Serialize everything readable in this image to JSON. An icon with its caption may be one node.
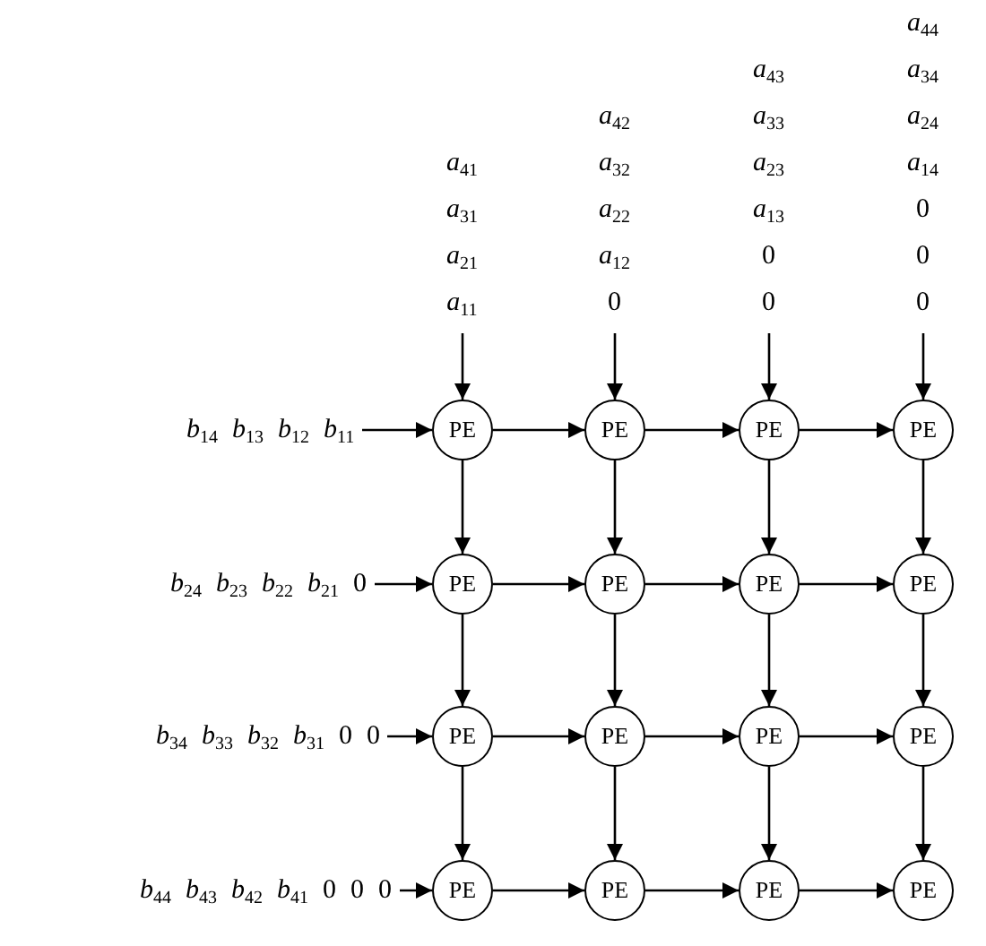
{
  "diagram": {
    "nodes": [
      {
        "text": [
          "*a*$_{41}$",
          "*a*$_{31}$",
          "*a*$_{21}$",
          "*a*$_{11}$"
        ]
      },
      {
        "text": [
          "*a*$_{42}$",
          "*a*$_{32}$",
          "*a*$_{22}$",
          "*a*$_{12}$",
          "0"
        ]
      },
      {
        "text": [
          "*a*$_{43}$",
          "*a*$_{33}$",
          "*a*$_{23}$",
          "*a*$_{13}$",
          "0",
          "0"
        ]
      },
      {
        "text": [
          "*a*$_{44}$",
          "*a*$_{34}$",
          "*a*$_{24}$",
          "*a*$_{14}$",
          "0",
          "0",
          "0"
        ]
      },
      {
        "text": [
          "*b*$_{14}$",
          "*b*$_{13}$",
          "*b*$_{12}$",
          "*b*$_{11}$"
        ]
      },
      {
        "text": [
          "*b*$_{24}$",
          "*b*$_{23}$",
          "*b*$_{22}$",
          "*b*$_{21}$",
          "0"
        ]
      },
      {
        "text": [
          "*b*$_{34}$",
          "*b*$_{33}$",
          "*b*$_{32}$",
          "*b*$_{31}$",
          "0",
          "0"
        ]
      },
      {
        "text": [
          "*b*$_{44}$",
          "*b*$_{43}$",
          "*b*$_{42}$",
          "*b*$_{41}$",
          "0",
          "0",
          "0"
        ]
      },
      {
        "text": [
          "PE"
        ]
      },
      {
        "text": [
          "PE"
        ]
      },
      {
        "text": [
          "PE"
        ]
      },
      {
        "text": [
          "PE"
        ]
      },
      {
        "text": [
          "PE"
        ]
      },
      {
        "text": [
          "PE"
        ]
      },
      {
        "text": [
          "PE"
        ]
      },
      {
        "text": [
          "PE"
        ]
      },
      {
        "text": [
          "PE"
        ]
      },
      {
        "text": [
          "PE"
        ]
      },
      {
        "text": [
          "PE"
        ]
      },
      {
        "text": [
          "PE"
        ]
      },
      {
        "text": [
          "PE"
        ]
      },
      {
        "text": [
          "PE"
        ]
      },
      {
        "text": [
          "PE"
        ]
      },
      {
        "text": [
          "PE"
        ]
      }
    ],
    "edges": [
      {
        "from": 0,
        "to": 8,
        "arrow": "to"
      },
      {
        "from": 1,
        "to": 9,
        "arrow": "to"
      },
      {
        "from": 2,
        "to": 10,
        "arrow": "to"
      },
      {
        "from": 3,
        "to": 11,
        "arrow": "to"
      },
      {
        "from": 4,
        "to": 8,
        "arrow": "to"
      },
      {
        "from": 5,
        "to": 12,
        "arrow": "to"
      },
      {
        "from": 6,
        "to": 16,
        "arrow": "to"
      },
      {
        "from": 7,
        "to": 20,
        "arrow": "to"
      },
      {
        "from": 8,
        "to": 9,
        "arrow": "to"
      },
      {
        "from": 9,
        "to": 10,
        "arrow": "to"
      },
      {
        "from": 10,
        "to": 11,
        "arrow": "to"
      },
      {
        "from": 12,
        "to": 13,
        "arrow": "to"
      },
      {
        "from": 13,
        "to": 14,
        "arrow": "to"
      },
      {
        "from": 14,
        "to": 15,
        "arrow": "to"
      },
      {
        "from": 16,
        "to": 17,
        "arrow": "to"
      },
      {
        "from": 17,
        "to": 18,
        "arrow": "to"
      },
      {
        "from": 18,
        "to": 19,
        "arrow": "to"
      },
      {
        "from": 20,
        "to": 21,
        "arrow": "to"
      },
      {
        "from": 21,
        "to": 22,
        "arrow": "to"
      },
      {
        "from": 22,
        "to": 23,
        "arrow": "to"
      },
      {
        "from": 8,
        "to": 12,
        "arrow": "to"
      },
      {
        "from": 9,
        "to": 13,
        "arrow": "to"
      },
      {
        "from": 10,
        "to": 14,
        "arrow": "to"
      },
      {
        "from": 11,
        "to": 15,
        "arrow": "to"
      },
      {
        "from": 12,
        "to": 16,
        "arrow": "to"
      },
      {
        "from": 13,
        "to": 17,
        "arrow": "to"
      },
      {
        "from": 14,
        "to": 18,
        "arrow": "to"
      },
      {
        "from": 15,
        "to": 19,
        "arrow": "to"
      },
      {
        "from": 16,
        "to": 20,
        "arrow": "to"
      },
      {
        "from": 17,
        "to": 21,
        "arrow": "to"
      },
      {
        "from": 18,
        "to": 22,
        "arrow": "to"
      },
      {
        "from": 19,
        "to": 23,
        "arrow": "to"
      }
    ]
  }
}
